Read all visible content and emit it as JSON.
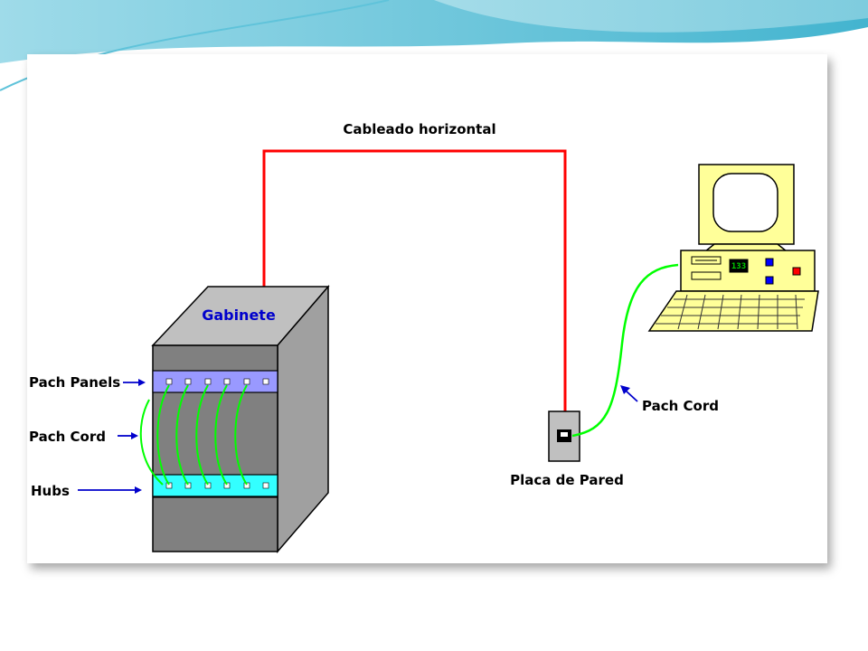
{
  "diagram": {
    "title": "Cableado horizontal",
    "cabinet_label": "Gabinete",
    "side_labels": {
      "patch_panels": "Pach Panels",
      "patch_cord": "Pach Cord",
      "hubs": "Hubs"
    },
    "wall_plate_label": "Placa de Pared",
    "workstation_patch_cord_label": "Pach Cord",
    "display_readout": "133"
  },
  "colors": {
    "horizontal_cable": "#ff0000",
    "patch_cord": "#00ff00",
    "arrow": "#0000cc",
    "patch_panel": "#9999ff",
    "hub": "#33ffff",
    "cabinet_face": "#808080",
    "cabinet_top": "#c0c0c0",
    "cabinet_side": "#a0a0a0",
    "computer": "#ffff99"
  }
}
